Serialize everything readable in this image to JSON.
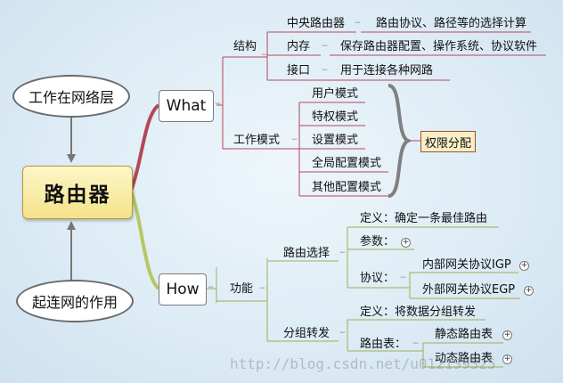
{
  "root": "路由器",
  "top_ellipse": "工作在网络层",
  "bottom_ellipse": "起连网的作用",
  "what": {
    "label": "What",
    "structure": {
      "label": "结构",
      "items": [
        {
          "name": "中央路由器",
          "desc": "路由协议、路径等的选择计算"
        },
        {
          "name": "内存",
          "desc": "保存路由器配置、操作系统、协议软件"
        },
        {
          "name": "接口",
          "desc": "用于连接各种网路"
        }
      ]
    },
    "modes": {
      "label": "工作模式",
      "items": [
        "用户模式",
        "特权模式",
        "设置模式",
        "全局配置模式",
        "其他配置模式"
      ],
      "summary": "权限分配"
    }
  },
  "how": {
    "label": "How",
    "function": {
      "label": "功能",
      "routing": {
        "label": "路由选择",
        "definition": "定义：确定一条最佳路由",
        "params": "参数：",
        "protocols": {
          "label": "协议：",
          "items": [
            "内部网关协议IGP",
            "外部网关协议EGP"
          ]
        }
      },
      "forwarding": {
        "label": "分组转发",
        "definition": "定义：将数据分组转发",
        "tables": {
          "label": "路由表：",
          "items": [
            "静态路由表",
            "动态路由表"
          ]
        }
      }
    }
  },
  "watermark": "http://blog.csdn.net/u012139325",
  "colors": {
    "what_branch": "#b5475a",
    "how_branch": "#b7c766",
    "root_fill": "#f4e38a",
    "tag_fill": "#f9eec6"
  }
}
